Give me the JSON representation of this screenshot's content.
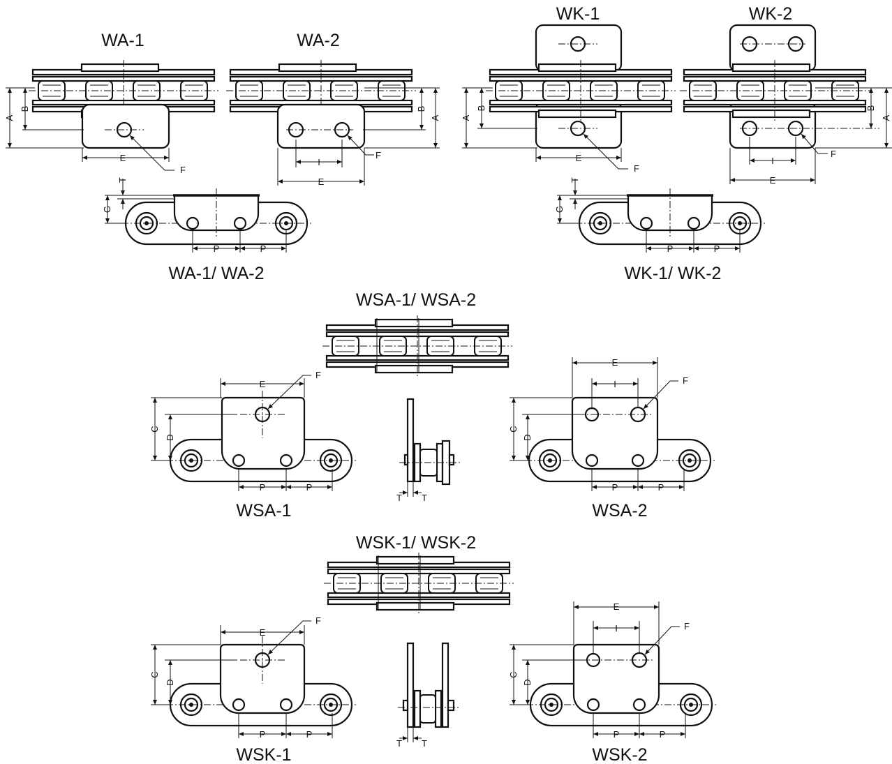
{
  "titles": {
    "wa1": "WA-1",
    "wa2": "WA-2",
    "wk1": "WK-1",
    "wk2": "WK-2",
    "wa_combo": "WA-1/ WA-2",
    "wk_combo": "WK-1/ WK-2",
    "wsa_combo": "WSA-1/ WSA-2",
    "wsa1": "WSA-1",
    "wsa2": "WSA-2",
    "wsk_combo": "WSK-1/ WSK-2",
    "wsk1": "WSK-1",
    "wsk2": "WSK-2"
  },
  "dims": {
    "A": "A",
    "B": "B",
    "C": "C",
    "D": "D",
    "E": "E",
    "F": "F",
    "G": "G",
    "I": "I",
    "P": "P",
    "T": "T"
  }
}
